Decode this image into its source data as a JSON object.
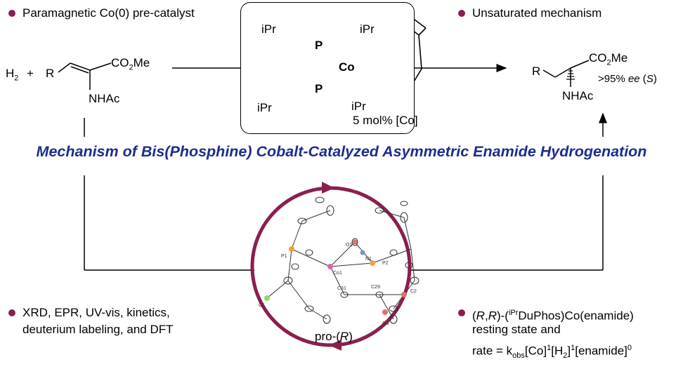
{
  "bullets": {
    "top_left": "Paramagnetic Co(0) pre-catalyst",
    "top_right": "Unsaturated mechanism",
    "bottom_left_line1": "XRD, EPR, UV-vis, kinetics,",
    "bottom_left_line2": "deuterium labeling, and DFT",
    "bottom_right_line1_a": "(",
    "bottom_right_line1_R1": "R",
    "bottom_right_line1_b": ",",
    "bottom_right_line1_R2": "R",
    "bottom_right_line1_c": ")-(",
    "bottom_right_line1_sup": "iPr",
    "bottom_right_line1_d": "DuPhos)Co(enamide)",
    "bottom_right_line2": "resting state and",
    "rate_prefix": "rate =  k",
    "rate_sub": "obs",
    "rate_co": "[Co]",
    "rate_sup1": "1",
    "rate_h": "[H",
    "rate_h_sub": "2",
    "rate_h_close": "]",
    "rate_sup2": "1",
    "rate_en": "[enamide]",
    "rate_sup3": "0"
  },
  "title": "Mechanism of Bis(Phosphine) Cobalt-Catalyzed Asymmetric Enamide Hydrogenation",
  "reactant": {
    "h2": "H",
    "h2_sub": "2",
    "plus": "+",
    "r": "R",
    "co2me": "CO",
    "co2me_sub": "2",
    "co2me_tail": "Me",
    "nhac": "NHAc"
  },
  "catalyst": {
    "ipr_tl": "iPr",
    "ipr_tr": "iPr",
    "ipr_bl": "iPr",
    "ipr_br": "iPr",
    "p_top": "P",
    "p_bot": "P",
    "co": "Co",
    "loading": "5 mol% [Co]"
  },
  "product": {
    "r": "R",
    "co2me": "CO",
    "co2me_sub": "2",
    "co2me_tail": "Me",
    "nhac": "NHAc",
    "ee_prefix": ">95% ",
    "ee_italic": "ee",
    "ee_mid": " (",
    "ee_S": "S",
    "ee_suffix": ")"
  },
  "crystal": {
    "label_prefix": "pro-(",
    "label_R": "R",
    "label_suffix": ")",
    "atom_labels": [
      "P1",
      "P2",
      "Co1",
      "O1",
      "N1",
      "C31",
      "C29",
      "C2",
      "O3",
      "C1"
    ]
  },
  "colors": {
    "accent": "#8a1f4f",
    "title": "#1c2e8c"
  }
}
